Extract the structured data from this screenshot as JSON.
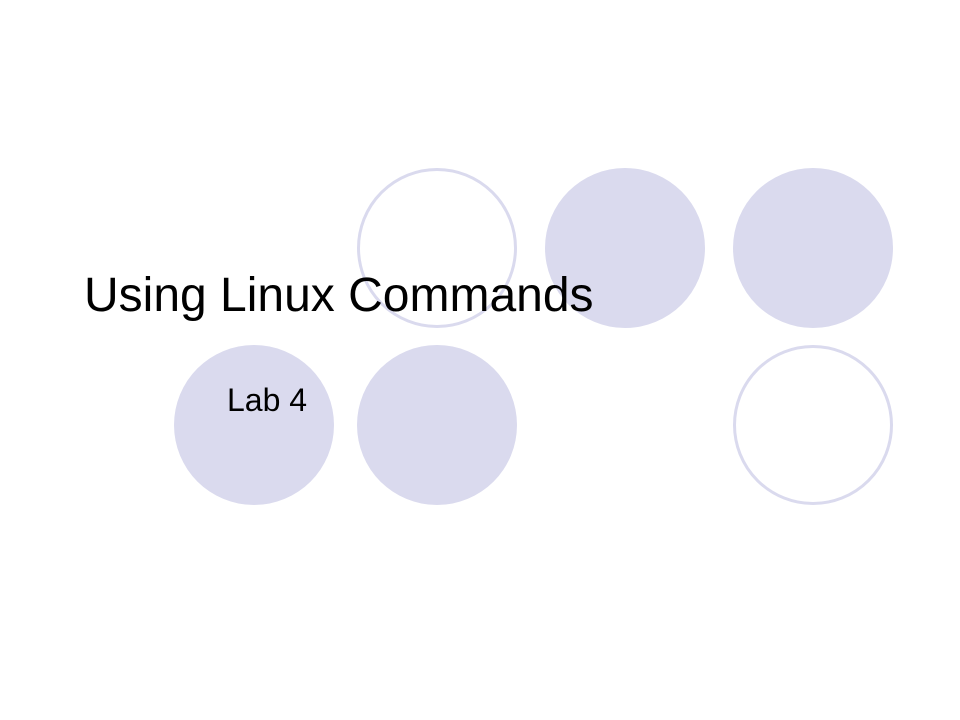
{
  "slide": {
    "title": "Using Linux Commands",
    "subtitle": "Lab 4"
  },
  "decoration": {
    "circle_color": "#dadaee",
    "circles": [
      {
        "style": "outline"
      },
      {
        "style": "filled"
      },
      {
        "style": "filled"
      },
      {
        "style": "filled"
      },
      {
        "style": "filled"
      },
      {
        "style": "outline"
      }
    ]
  }
}
